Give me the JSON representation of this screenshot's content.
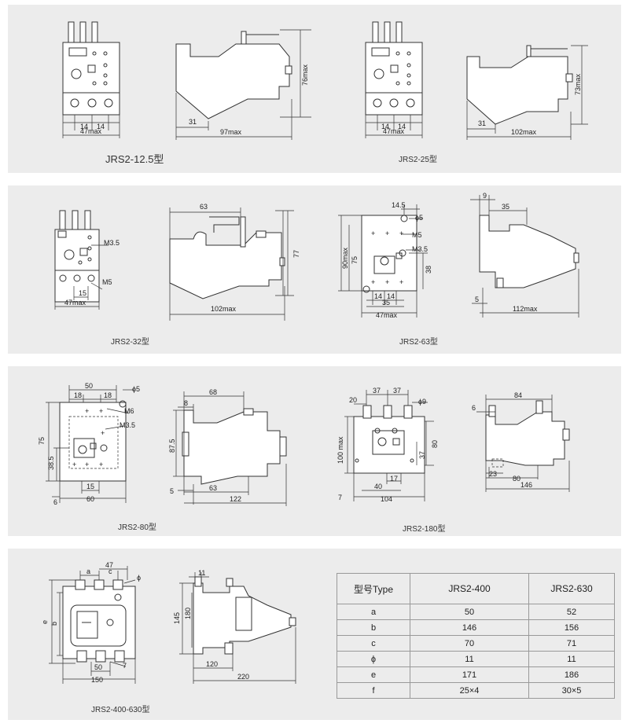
{
  "captions": {
    "p1a": "JRS2-12.5型",
    "p1b": "JRS2-25型",
    "p2a": "JRS2-32型",
    "p2b": "JRS2-63型",
    "p3a": "JRS2-80型",
    "p3b": "JRS2-180型",
    "p4": "JRS2-400-630型"
  },
  "dims": {
    "d125_14a": "14",
    "d125_14b": "14",
    "d125_47": "47max",
    "d125_31": "31",
    "d125_97": "97max",
    "d125_76": "76max",
    "d25_14a": "14",
    "d25_14b": "14",
    "d25_47": "47max",
    "d25_31": "31",
    "d25_102": "102max",
    "d25_73": "73max",
    "d32_m35": "M3.5",
    "d32_m5": "M5",
    "d32_15": "15",
    "d32_47": "47max",
    "d32_63": "63",
    "d32_77": "77",
    "d32_102": "102max",
    "d63_145": "14.5",
    "d63_phi5": "ϕ5",
    "d63_m5": "M5",
    "d63_m35": "M3.5",
    "d63_90": "90max",
    "d63_75": "75",
    "d63_38": "38",
    "d63_14a": "14",
    "d63_14b": "14",
    "d63_35": "35",
    "d63_47": "47max",
    "d63_9": "9",
    "d63_35b": "35",
    "d63_5": "5",
    "d63_112": "112max",
    "d80_50": "50",
    "d80_18a": "18",
    "d80_18b": "18",
    "d80_phi5": "ϕ5",
    "d80_m6": "M6",
    "d80_m35": "M3.5",
    "d80_75": "75",
    "d80_385": "38.5",
    "d80_15": "15",
    "d80_60": "60",
    "d80_6": "6",
    "d80_68": "68",
    "d80_8": "8",
    "d80_875": "87.5",
    "d80_5": "5",
    "d80_63": "63",
    "d80_122": "122",
    "d180_37a": "37",
    "d180_37b": "37",
    "d180_20": "20",
    "d180_phi9": "ϕ9",
    "d180_100": "100 max",
    "d180_80": "80",
    "d180_37c": "37",
    "d180_17": "17",
    "d180_40": "40",
    "d180_104": "104",
    "d180_7": "7",
    "d180_84": "84",
    "d180_6": "6",
    "d180_23": "23",
    "d180_80b": "80",
    "d180_146": "146",
    "d400_47": "47",
    "d400_a": "a",
    "d400_c": "c",
    "d400_phi": "ϕ",
    "d400_e": "e",
    "d400_b": "b",
    "d400_50": "50",
    "d400_7": "7",
    "d400_150": "150",
    "d400_11": "11",
    "d400_145": "145",
    "d400_180": "180",
    "d400_120": "120",
    "d400_220": "220"
  },
  "table": {
    "header": [
      "型号Type",
      "JRS2-400",
      "JRS2-630"
    ],
    "rows": [
      [
        "a",
        "50",
        "52"
      ],
      [
        "b",
        "146",
        "156"
      ],
      [
        "c",
        "70",
        "71"
      ],
      [
        "ϕ",
        "11",
        "11"
      ],
      [
        "e",
        "171",
        "186"
      ],
      [
        "f",
        "25×4",
        "30×5"
      ]
    ]
  }
}
